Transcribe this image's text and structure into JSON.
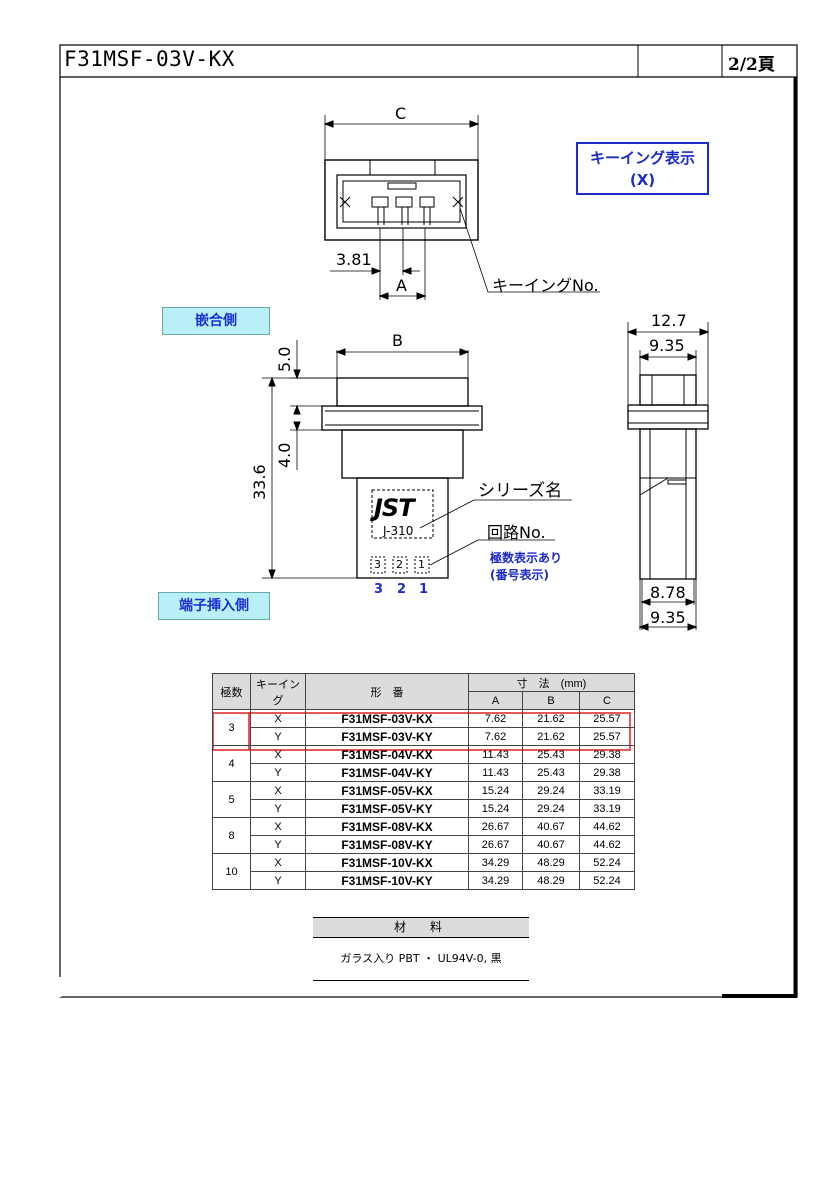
{
  "header": {
    "title": "F31MSF-03V-KX",
    "page": "2/2頁"
  },
  "front_view": {
    "dim_c": "C",
    "dim_381": "3.81",
    "dim_a": "A",
    "keying_no_label": "キーイングNo.",
    "keying_display": [
      "キーイング表示",
      "(X)"
    ]
  },
  "side_view": {
    "mating_side": "嵌合側",
    "terminal_side": "端子挿入側",
    "dim_b": "B",
    "dim_50": "5.0",
    "dim_40": "4.0",
    "dim_336": "33.6",
    "series_label": "シリーズ名",
    "logo": "JST",
    "series_code": "J-310",
    "circuit_no_label": "回路No.",
    "pole_note": [
      "極数表示あり",
      "(番号表示)"
    ],
    "box_numbers": [
      "3",
      "2",
      "1"
    ],
    "pin_numbers": [
      "3",
      "2",
      "1"
    ]
  },
  "right_view": {
    "dim_127": "12.7",
    "dim_935_top": "9.35",
    "dim_878": "8.78",
    "dim_935_bottom": "9.35"
  },
  "table": {
    "headers": {
      "poles": "極数",
      "keying": "キーイング",
      "part_no": "形　番",
      "dims": "寸　法　(mm)",
      "a": "A",
      "b": "B",
      "c": "C"
    },
    "groups": [
      {
        "poles": "3",
        "rows": [
          {
            "key": "X",
            "part": "F31MSF-03V-KX",
            "a": "7.62",
            "b": "21.62",
            "c": "25.57"
          },
          {
            "key": "Y",
            "part": "F31MSF-03V-KY",
            "a": "7.62",
            "b": "21.62",
            "c": "25.57"
          }
        ]
      },
      {
        "poles": "4",
        "rows": [
          {
            "key": "X",
            "part": "F31MSF-04V-KX",
            "a": "11.43",
            "b": "25.43",
            "c": "29.38"
          },
          {
            "key": "Y",
            "part": "F31MSF-04V-KY",
            "a": "11.43",
            "b": "25.43",
            "c": "29.38"
          }
        ]
      },
      {
        "poles": "5",
        "rows": [
          {
            "key": "X",
            "part": "F31MSF-05V-KX",
            "a": "15.24",
            "b": "29.24",
            "c": "33.19"
          },
          {
            "key": "Y",
            "part": "F31MSF-05V-KY",
            "a": "15.24",
            "b": "29.24",
            "c": "33.19"
          }
        ]
      },
      {
        "poles": "8",
        "rows": [
          {
            "key": "X",
            "part": "F31MSF-08V-KX",
            "a": "26.67",
            "b": "40.67",
            "c": "44.62"
          },
          {
            "key": "Y",
            "part": "F31MSF-08V-KY",
            "a": "26.67",
            "b": "40.67",
            "c": "44.62"
          }
        ]
      },
      {
        "poles": "10",
        "rows": [
          {
            "key": "X",
            "part": "F31MSF-10V-KX",
            "a": "34.29",
            "b": "48.29",
            "c": "52.24"
          },
          {
            "key": "Y",
            "part": "F31MSF-10V-KY",
            "a": "34.29",
            "b": "48.29",
            "c": "52.24"
          }
        ]
      }
    ],
    "highlight_color": "#e02020"
  },
  "material": {
    "heading": "材　料",
    "value": "ガラス入り PBT ・ UL94V-0, 黒"
  }
}
